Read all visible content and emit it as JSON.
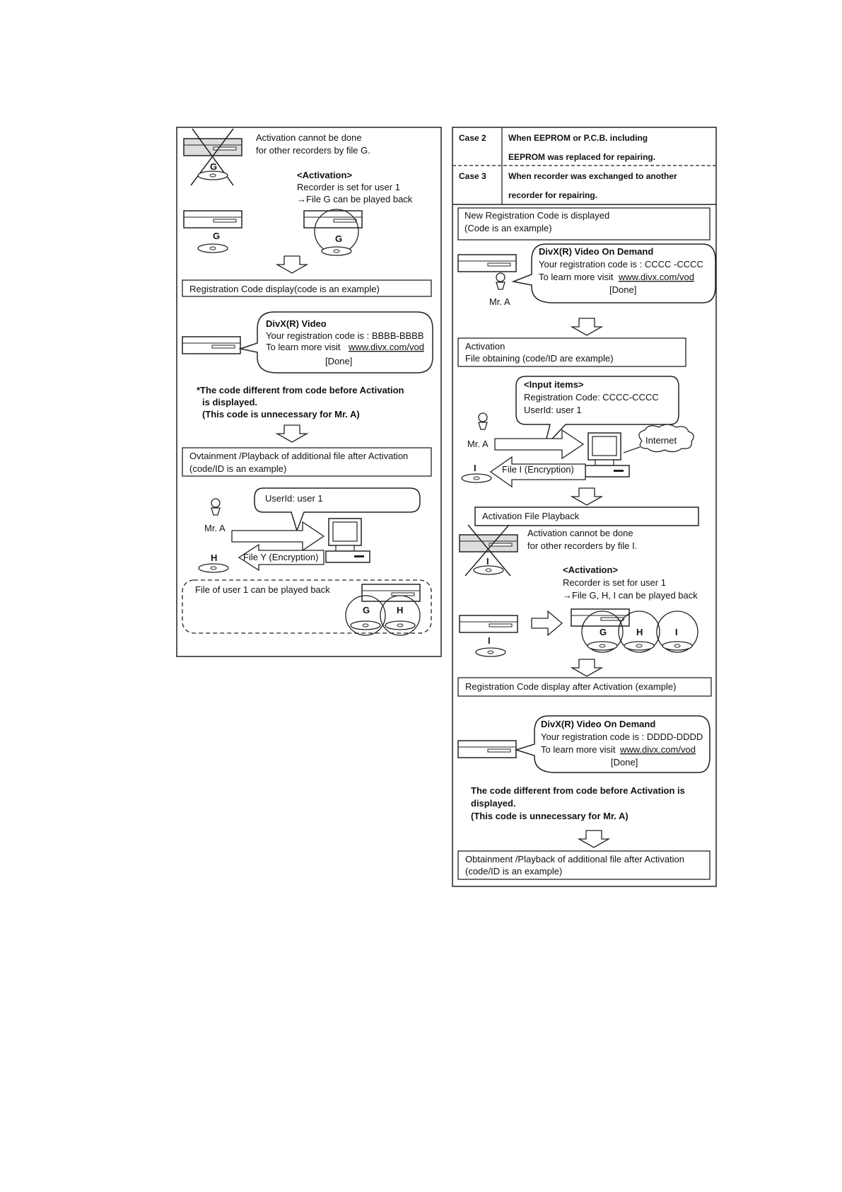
{
  "left": {
    "g_cross_note": [
      "Activation cannot be done",
      "for other recorders by file G."
    ],
    "g_disc_letter": "G",
    "activation1": {
      "title": "<Activation>",
      "line1": "Recorder is set for user 1",
      "line2": "→File G can be played back"
    },
    "g_label2": "G",
    "g_label3": "G",
    "reg_code_box": "Registration Code display(code is an example)",
    "bubble1": {
      "title": "DivX(R) Video",
      "line1": "Your registration code is : BBBB-BBBB",
      "line2_prefix": "To learn more visit",
      "link": "www.divx.com/vod",
      "done": "[Done]"
    },
    "note1": [
      "*The code different from code before Activation",
      "is displayed.",
      "(This code is unnecessary for Mr. A)"
    ],
    "obtain_box": [
      "Ovtainment /Playback of additional file after Activation",
      "(code/ID is an example)"
    ],
    "userid_bubble": "UserId: user 1",
    "mr_a": "Mr. A",
    "h_label": "H",
    "file_y": "File Y (Encryption)",
    "playback_note": "File of user 1 can be played back",
    "gh_g": "G",
    "gh_h": "H"
  },
  "right": {
    "case2": {
      "label": "Case 2",
      "line1": "When EEPROM or P.C.B. including",
      "line2": "EEPROM was replaced for repairing."
    },
    "case3": {
      "label": "Case 3",
      "line1": "When recorder was exchanged to another",
      "line2": "recorder for repairing."
    },
    "new_reg_box": [
      "New Registration Code is displayed",
      "(Code is an example)"
    ],
    "bubble2": {
      "title": "DivX(R) Video On Demand",
      "line1": "Your registration code is : CCCC -CCCC",
      "line2_prefix": "To learn more visit",
      "link": "www.divx.com/vod",
      "done": "[Done]"
    },
    "mr_a1": "Mr. A",
    "activation_box": [
      "Activation",
      "File obtaining (code/ID are example)"
    ],
    "input_bubble": {
      "title": "<Input items>",
      "line1": "Registration Code: CCCC-CCCC",
      "line2": "UserId: user 1"
    },
    "mr_a2": "Mr. A",
    "internet": "Internet",
    "i_label": "I",
    "file_i": "File I (Encryption)",
    "act_playback_box": "Activation File Playback",
    "i_cross_note": [
      "Activation cannot be done",
      "for other recorders by file I."
    ],
    "i_cross_letter": "I",
    "activation2": {
      "title": "<Activation>",
      "line1": "Recorder is set for user 1",
      "line2": "→File G, H, I can be played back"
    },
    "i_label2": "I",
    "ghi_g": "G",
    "ghi_h": "H",
    "ghi_i": "I",
    "reg_after_box": "Registration Code display after Activation (example)",
    "bubble3": {
      "title": "DivX(R) Video On Demand",
      "line1": "Your registration code is : DDDD-DDDD",
      "line2_prefix": "To learn more visit",
      "link": "www.divx.com/vod",
      "done": "[Done]"
    },
    "note2": [
      "The code different from code before Activation is",
      "displayed.",
      "(This code is unnecessary for Mr. A)"
    ],
    "obtain_box2": [
      "Obtainment /Playback of additional file after Activation",
      "(code/ID is an example)"
    ]
  }
}
